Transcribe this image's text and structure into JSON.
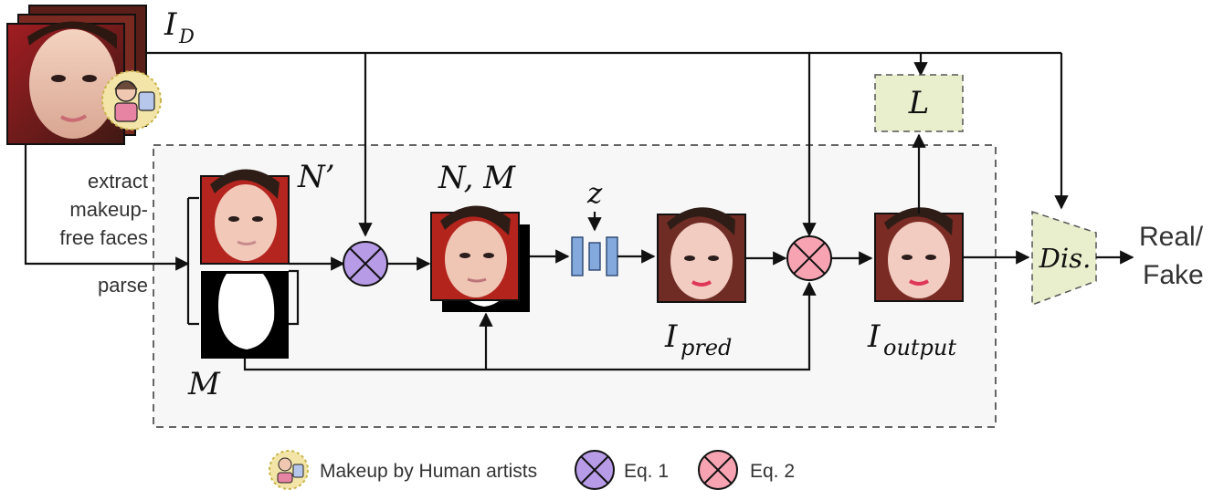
{
  "labels": {
    "input_images": "I_D",
    "input_images_subscript": "D",
    "input_images_symbol": "I",
    "parsed_image": "N’",
    "mask": "M",
    "concat": "N, M",
    "noise": "z",
    "prediction_symbol": "I",
    "prediction_subscript": "pred",
    "output_symbol": "I",
    "output_subscript": "output",
    "loss": "L",
    "discriminator": "Dis.",
    "result_line1": "Real/",
    "result_line2": "Fake"
  },
  "side_text": {
    "extract_line1": "extract",
    "extract_line2": "makeup-",
    "extract_line3": "free faces",
    "parse": "parse"
  },
  "legend": {
    "human": "Makeup by Human artists",
    "eq1": "Eq. 1",
    "eq2": "Eq. 2"
  },
  "colors": {
    "eq1_fill": "#b79be6",
    "eq2_fill": "#f7a3b2",
    "accent_box": "#e9eecd",
    "module_panel": "#f7f7f7",
    "generator_blue": "#84a9dc"
  },
  "icons": {
    "human_artist": "makeup-artist-icon",
    "eq1": "cross-circle-icon",
    "eq2": "cross-circle-icon"
  }
}
